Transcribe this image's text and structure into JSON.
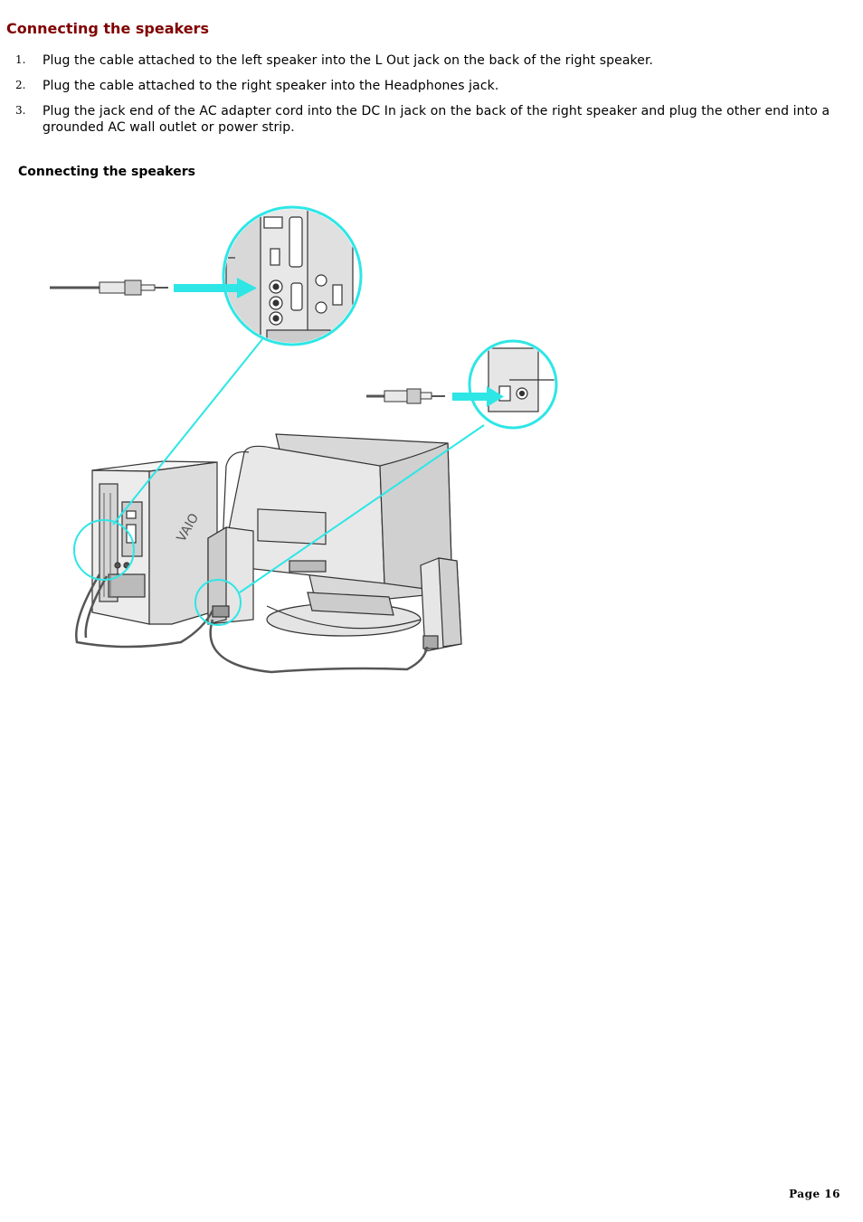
{
  "page": {
    "title": "Connecting the speakers",
    "steps": [
      {
        "number": "1.",
        "text": "Plug the cable attached to the left speaker into the L Out jack on the back of the right speaker."
      },
      {
        "number": "2.",
        "text": "Plug the cable attached to the right speaker into the Headphones jack."
      },
      {
        "number": "3.",
        "text": "Plug the jack end of the AC adapter cord into the DC In jack on the back of the right speaker and plug the other end into a grounded AC wall outlet or power strip."
      }
    ],
    "figure_caption": "Connecting the speakers",
    "page_number": "Page 16"
  },
  "figure": {
    "callout_color": "#2ee6e6",
    "line_color": "#333333",
    "fill_color": "#e6e6e6",
    "brand_text": "VAIO"
  }
}
